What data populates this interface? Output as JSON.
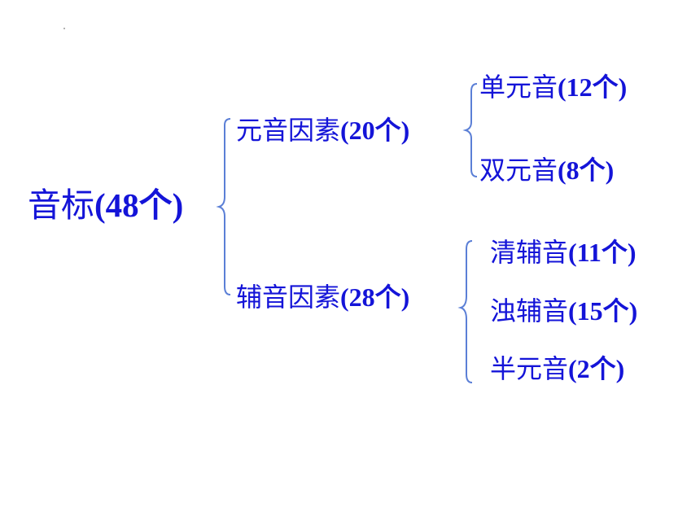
{
  "colors": {
    "text": "#1414d8",
    "brace": "#5b7fd6"
  },
  "root": {
    "name": "音标",
    "count": "(48个)"
  },
  "branches": [
    {
      "name": "元音因素",
      "count": "(20个)",
      "children": [
        {
          "name": "单元音",
          "count": "(12个)"
        },
        {
          "name": "双元音",
          "count": "(8个)"
        }
      ]
    },
    {
      "name": "辅音因素",
      "count": "(28个)",
      "children": [
        {
          "name": "清辅音",
          "count": "(11个)"
        },
        {
          "name": "浊辅音",
          "count": "(15个)"
        },
        {
          "name": "半元音",
          "count": "(2个)"
        }
      ]
    }
  ]
}
